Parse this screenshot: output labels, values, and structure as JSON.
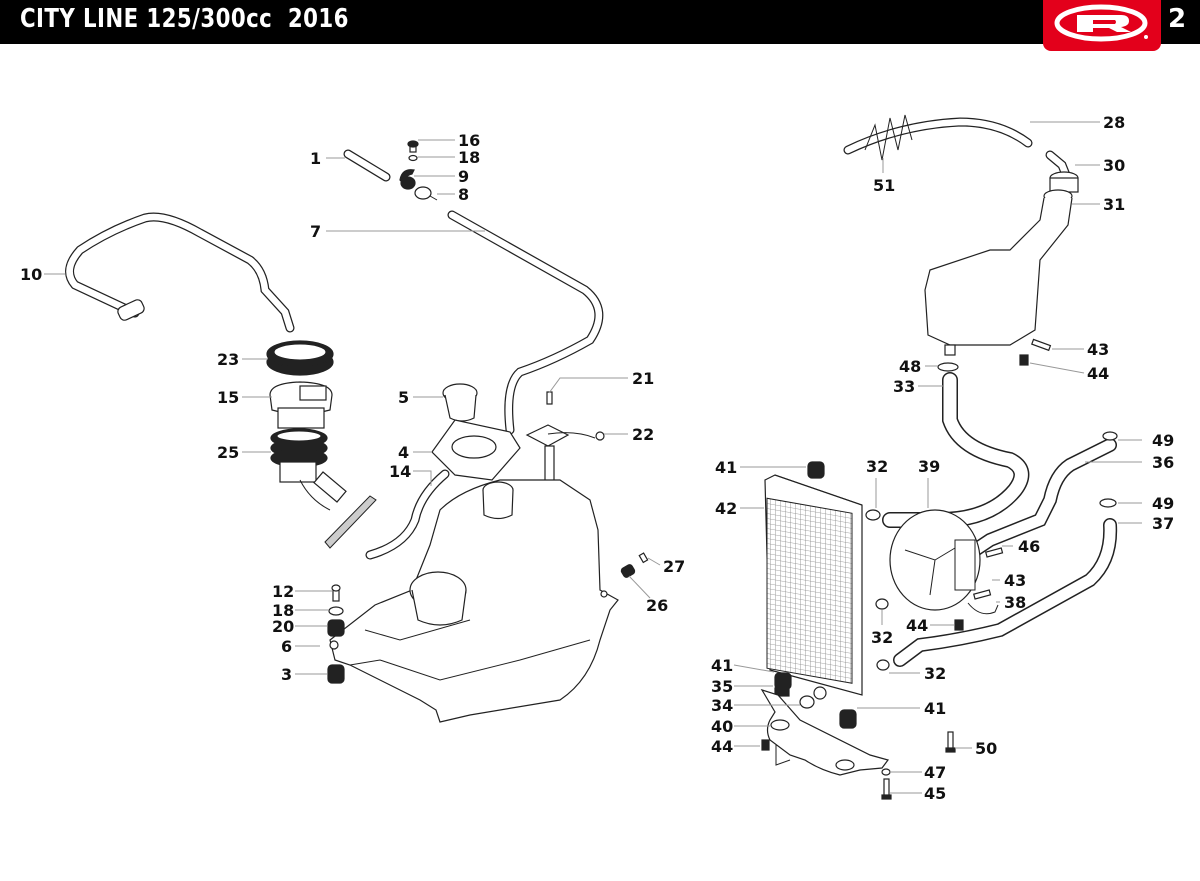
{
  "header": {
    "title": "CITY LINE 125/300cc  2016",
    "brand_logo": "rieju-r-logo",
    "page_number": "2",
    "colors": {
      "bar": "#000000",
      "brand": "#e3001b",
      "text": "#ffffff"
    }
  },
  "callouts": [
    {
      "id": "c1",
      "text": "1"
    },
    {
      "id": "c16",
      "text": "16"
    },
    {
      "id": "c18a",
      "text": "18"
    },
    {
      "id": "c9",
      "text": "9"
    },
    {
      "id": "c8",
      "text": "8"
    },
    {
      "id": "c7",
      "text": "7"
    },
    {
      "id": "c10",
      "text": "10"
    },
    {
      "id": "c23",
      "text": "23"
    },
    {
      "id": "c15",
      "text": "15"
    },
    {
      "id": "c25",
      "text": "25"
    },
    {
      "id": "c5",
      "text": "5"
    },
    {
      "id": "c4",
      "text": "4"
    },
    {
      "id": "c14",
      "text": "14"
    },
    {
      "id": "c21",
      "text": "21"
    },
    {
      "id": "c22",
      "text": "22"
    },
    {
      "id": "c27",
      "text": "27"
    },
    {
      "id": "c26",
      "text": "26"
    },
    {
      "id": "c12",
      "text": "12"
    },
    {
      "id": "c18b",
      "text": "18"
    },
    {
      "id": "c20",
      "text": "20"
    },
    {
      "id": "c6",
      "text": "6"
    },
    {
      "id": "c3",
      "text": "3"
    },
    {
      "id": "c28",
      "text": "28"
    },
    {
      "id": "c30",
      "text": "30"
    },
    {
      "id": "c51",
      "text": "51"
    },
    {
      "id": "c31",
      "text": "31"
    },
    {
      "id": "c43a",
      "text": "43"
    },
    {
      "id": "c48",
      "text": "48"
    },
    {
      "id": "c44a",
      "text": "44"
    },
    {
      "id": "c33",
      "text": "33"
    },
    {
      "id": "c49a",
      "text": "49"
    },
    {
      "id": "c36",
      "text": "36"
    },
    {
      "id": "c41a",
      "text": "41"
    },
    {
      "id": "c32a",
      "text": "32"
    },
    {
      "id": "c39",
      "text": "39"
    },
    {
      "id": "c42",
      "text": "42"
    },
    {
      "id": "c49b",
      "text": "49"
    },
    {
      "id": "c37",
      "text": "37"
    },
    {
      "id": "c46",
      "text": "46"
    },
    {
      "id": "c43b",
      "text": "43"
    },
    {
      "id": "c38",
      "text": "38"
    },
    {
      "id": "c32b",
      "text": "32"
    },
    {
      "id": "c44b",
      "text": "44"
    },
    {
      "id": "c41b",
      "text": "41"
    },
    {
      "id": "c32c",
      "text": "32"
    },
    {
      "id": "c35",
      "text": "35"
    },
    {
      "id": "c34",
      "text": "34"
    },
    {
      "id": "c41c",
      "text": "41"
    },
    {
      "id": "c40",
      "text": "40"
    },
    {
      "id": "c50",
      "text": "50"
    },
    {
      "id": "c44c",
      "text": "44"
    },
    {
      "id": "c47",
      "text": "47"
    },
    {
      "id": "c45",
      "text": "45"
    }
  ]
}
